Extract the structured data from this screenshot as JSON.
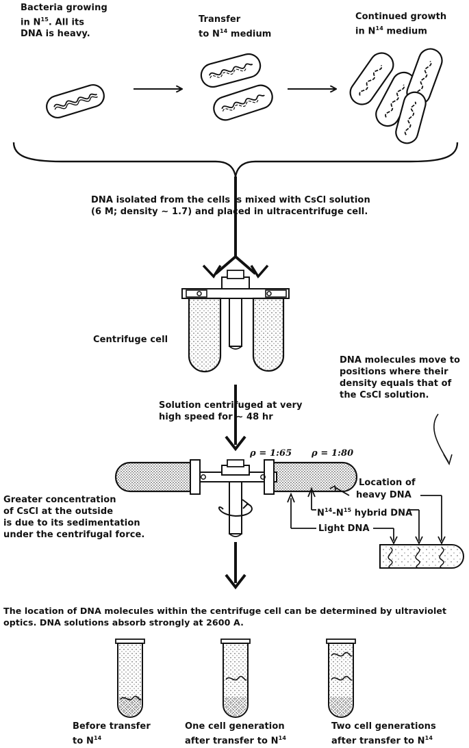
{
  "stage1": {
    "line1": "Bacteria growing",
    "line2": "in N",
    "sup": "15",
    "line2b": ".   All its",
    "line3": "DNA is heavy."
  },
  "stage2": {
    "line1": "Transfer",
    "line2": "to N",
    "sup": "14",
    "line2b": " medium"
  },
  "stage3": {
    "line1": "Continued growth",
    "line2": "in N",
    "sup": "14",
    "line2b": " medium"
  },
  "isolation": {
    "line1": "DNA isolated from the cells is mixed with CsCl solution",
    "line2": "(6 M; density ∼ 1.7) and placed in ultracentrifuge cell."
  },
  "centrifuge_cell_label": "Centrifuge cell",
  "spin": {
    "line1": "Solution centrifuged at very",
    "line2": "high speed for ∼ 48 hr"
  },
  "move_note": {
    "line1": "DNA molecules move to",
    "line2": "positions where their",
    "line3": "density equals that of",
    "line4": "the CsCl solution."
  },
  "rho_left": "ρ = 1:65",
  "rho_right": "ρ = 1:80",
  "location_labels": {
    "location_of": "Location of",
    "heavy": "heavy DNA",
    "hybrid_pre": "N",
    "hybrid_sup1": "14",
    "hybrid_mid": "-N",
    "hybrid_sup2": "15",
    "hybrid_post": " hybrid DNA",
    "light": "Light DNA"
  },
  "gradient_note": {
    "line1": "Greater concentration",
    "line2": "of CsCl  at the outside",
    "line3": "is due to its  sedimentation",
    "line4": "under the  centrifugal force."
  },
  "uv_note": {
    "line1": "The location of DNA  molecules within the centrifuge cell can be determined by ultraviolet",
    "line2": "optics.   DNA solutions absorb strongly at 2600 A."
  },
  "tubes": [
    {
      "line1": "Before transfer",
      "line2": "to N",
      "sup": "14"
    },
    {
      "line1": "One cell generation",
      "line2": "after transfer to N",
      "sup": "14"
    },
    {
      "line1": "Two cell generations",
      "line2": "after transfer to N",
      "sup": "14"
    }
  ]
}
